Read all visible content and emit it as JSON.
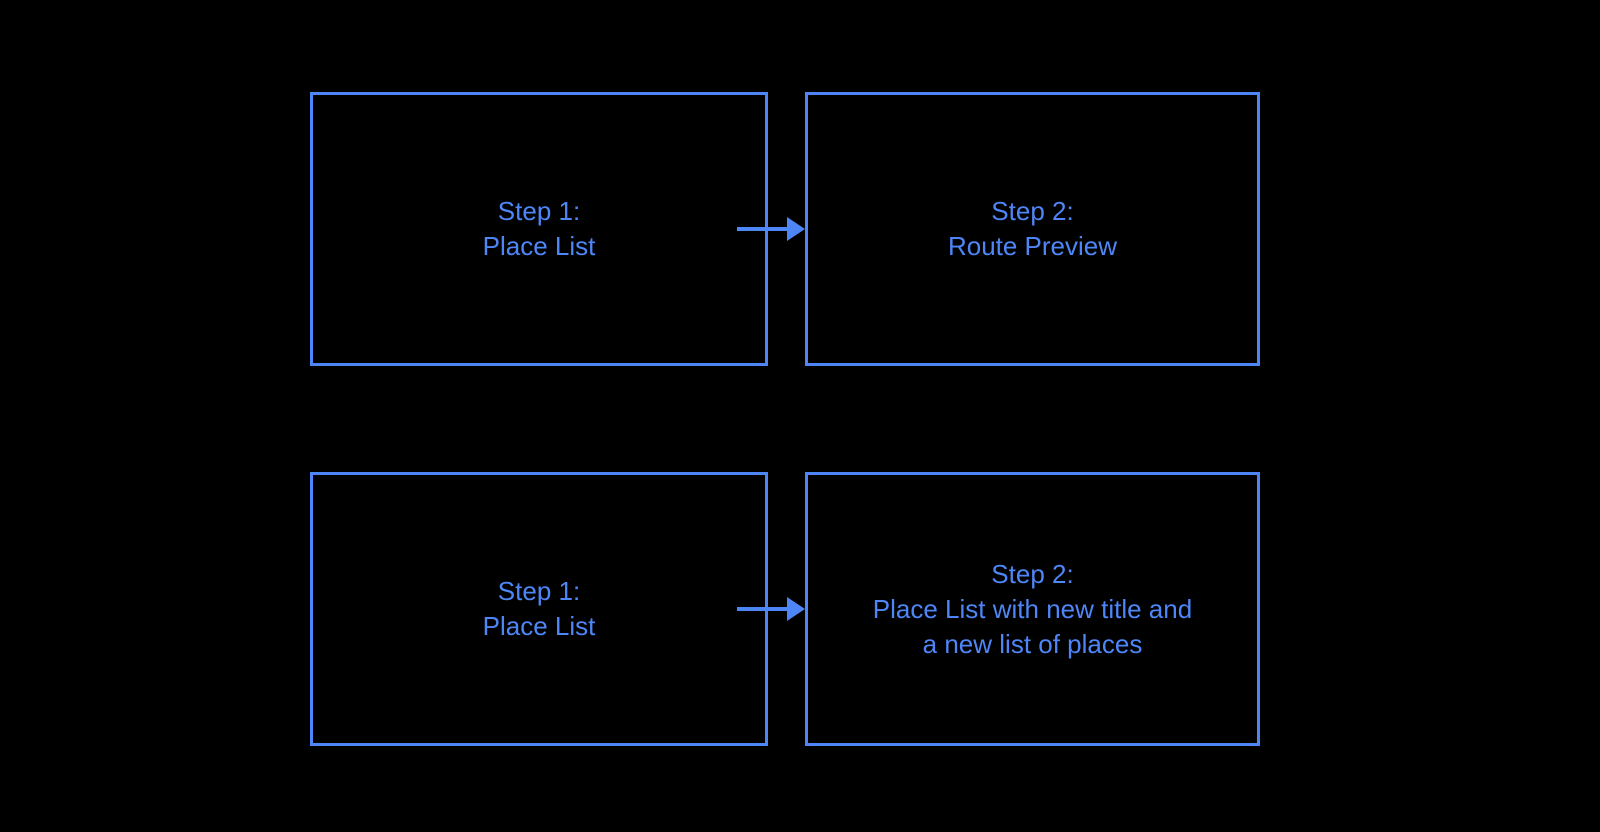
{
  "diagram": {
    "colors": {
      "background": "#000000",
      "accent": "#4e86f7"
    },
    "arrow_icon": "arrow-right-icon",
    "rows": [
      {
        "boxes": [
          {
            "lines": [
              "Step 1:",
              "Place List",
              ""
            ]
          },
          {
            "lines": [
              "Step 2:",
              "Route Preview",
              ""
            ]
          }
        ]
      },
      {
        "boxes": [
          {
            "lines": [
              "Step 1:",
              "Place List",
              ""
            ]
          },
          {
            "lines": [
              "Step 2:",
              "Place List with new title and",
              "a new list of places"
            ]
          }
        ]
      }
    ]
  }
}
